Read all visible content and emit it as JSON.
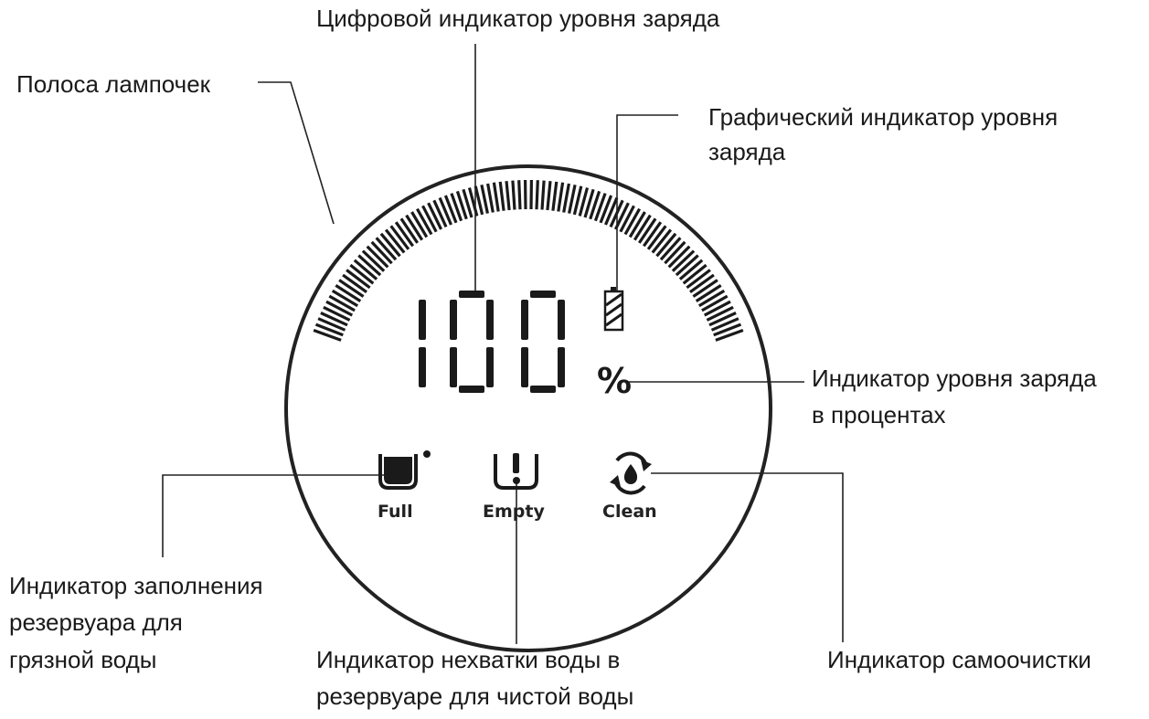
{
  "labels": {
    "digital_indicator": "Цифровой индикатор уровня заряда",
    "light_strip": "Полоса лампочек",
    "graphic_indicator_line1": "Графический индикатор уровня",
    "graphic_indicator_line2": "заряда",
    "percent_indicator_line1": "Индикатор уровня заряда",
    "percent_indicator_line2": "в процентах",
    "dirty_tank_line1": "Индикатор заполнения",
    "dirty_tank_line2": "резервуара для",
    "dirty_tank_line3": "грязной воды",
    "clean_water_line1": "Индикатор нехватки воды в",
    "clean_water_line2": "резервуаре для чистой воды",
    "self_clean": "Индикатор самоочистки"
  },
  "display": {
    "battery_value": "100",
    "percent_sign": "%",
    "full_label": "Full",
    "empty_label": "Empty",
    "clean_label": "Clean"
  },
  "icons": [
    "dirty-tank-full-icon",
    "water-empty-icon",
    "self-clean-icon",
    "battery-icon"
  ],
  "colors": {
    "ink": "#1a1a1a",
    "background": "#ffffff"
  }
}
